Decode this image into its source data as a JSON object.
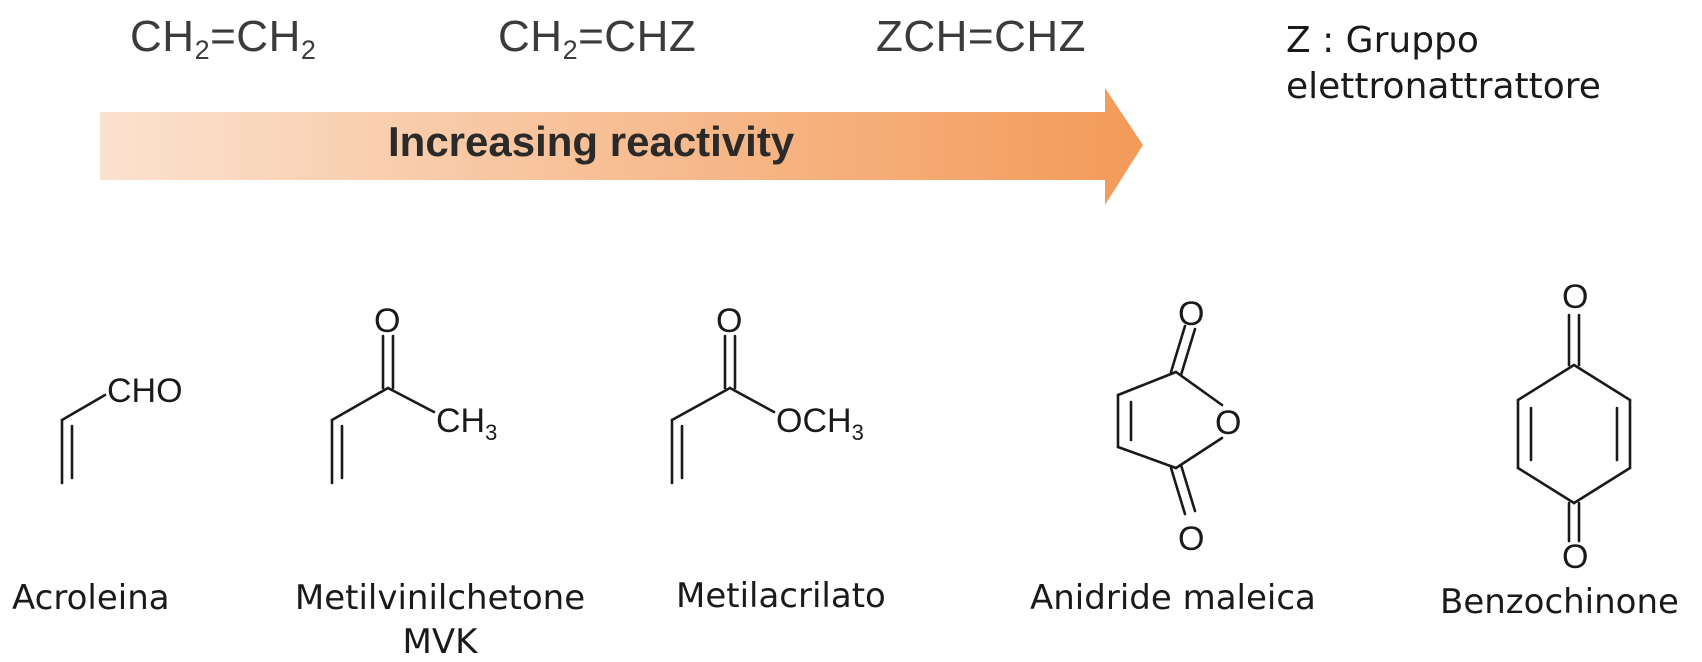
{
  "formulas": {
    "f1": {
      "a": "CH",
      "a_sub": "2",
      "b": "=CH",
      "b_sub": "2"
    },
    "f2": {
      "a": "CH",
      "a_sub": "2",
      "b": "=CHZ"
    },
    "f3": {
      "a": "ZCH=CHZ"
    }
  },
  "note": {
    "line1": "Z : Gruppo",
    "line2": "elettronattrattore"
  },
  "arrow": {
    "label": "Increasing reactivity",
    "color_start": "#fbe2cf",
    "color_end": "#f39a58"
  },
  "molecules": [
    {
      "name": "Acroleina",
      "group": "CHO"
    },
    {
      "name": "Metilvinilchetone",
      "abbr": "MVK",
      "carbonyl_o": "O",
      "group": "CH",
      "group_sub": "3"
    },
    {
      "name": "Metilacrilato",
      "carbonyl_o": "O",
      "group": "OCH",
      "group_sub": "3"
    },
    {
      "name": "Anidride maleica",
      "atom_o": "O"
    },
    {
      "name": "Benzochinone",
      "atom_o": "O"
    }
  ]
}
